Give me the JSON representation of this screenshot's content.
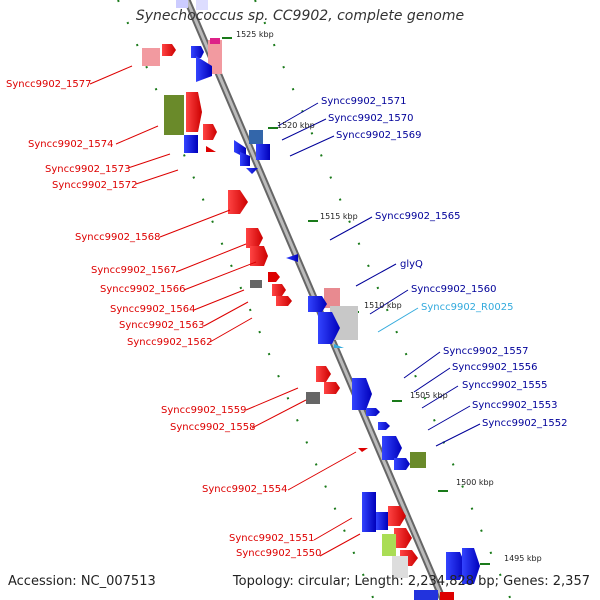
{
  "title": "Synechococcus sp. CC9902, complete genome",
  "footer": {
    "accession": "Accession: NC_007513",
    "topology": "Topology: circular; Length: 2,234,828 bp; Genes: 2,357"
  },
  "colors": {
    "left_label": "#dd0000",
    "right_label": "#000099",
    "rna_label": "#33aadd",
    "backbone": "#888888",
    "tick": "#1a7a1a"
  },
  "kbp_markers": [
    "1525 kbp",
    "1520 kbp",
    "1515 kbp",
    "1510 kbp",
    "1505 kbp",
    "1500 kbp",
    "1495 kbp"
  ],
  "left_labels": [
    "Syncc9902_1577",
    "Syncc9902_1574",
    "Syncc9902_1573",
    "Syncc9902_1572",
    "Syncc9902_1568",
    "Syncc9902_1567",
    "Syncc9902_1566",
    "Syncc9902_1564",
    "Syncc9902_1563",
    "Syncc9902_1562",
    "Syncc9902_1559",
    "Syncc9902_1558",
    "Syncc9902_1554",
    "Syncc9902_1551",
    "Syncc9902_1550"
  ],
  "right_labels": [
    "Syncc9902_1571",
    "Syncc9902_1570",
    "Syncc9902_1569",
    "Syncc9902_1565",
    "glyQ",
    "Syncc9902_1560",
    "Syncc9902_R0025",
    "Syncc9902_1557",
    "Syncc9902_1556",
    "Syncc9902_1555",
    "Syncc9902_1553",
    "Syncc9902_1552"
  ]
}
